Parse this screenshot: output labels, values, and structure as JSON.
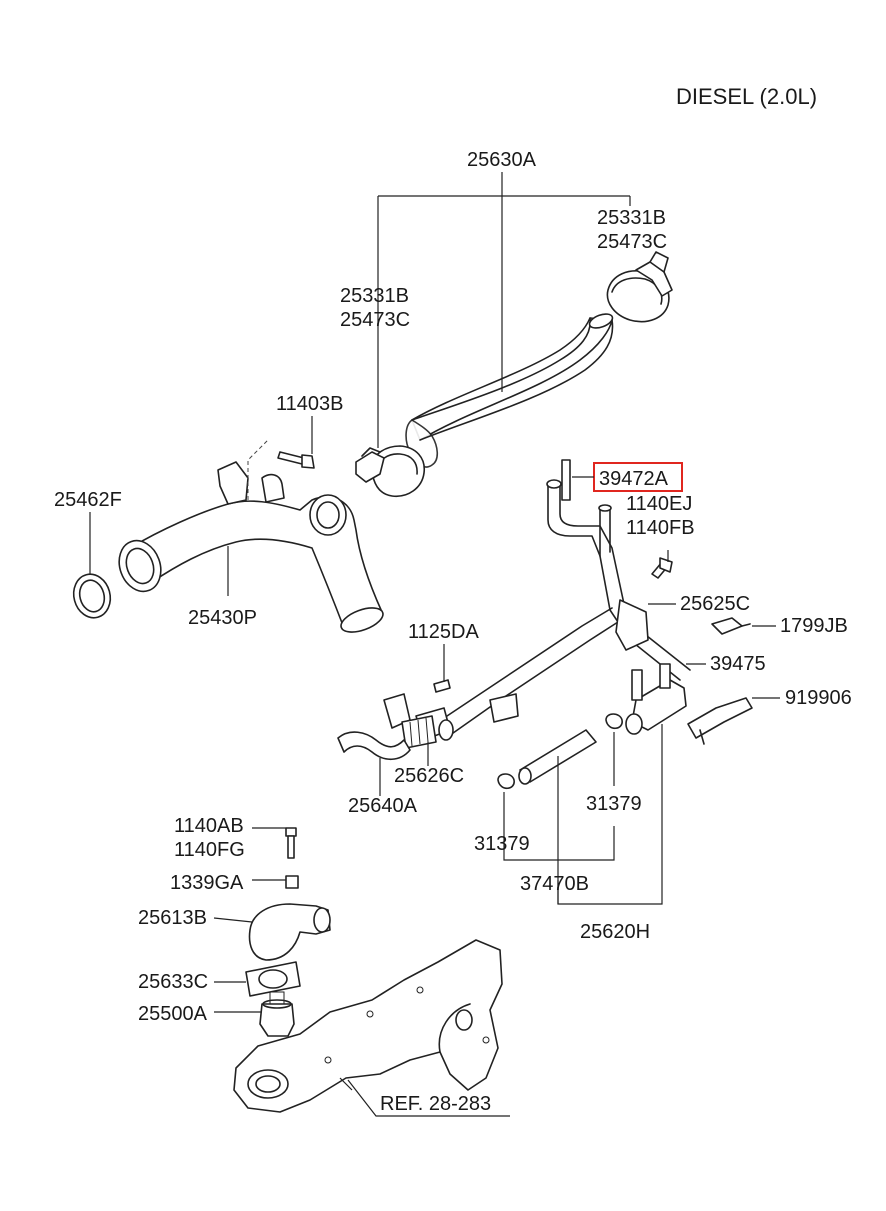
{
  "title": "DIESEL (2.0L)",
  "highlight_color": "#e0261f",
  "labels": {
    "p25630A": "25630A",
    "p25331B_top": "25331B",
    "p25473C_top": "25473C",
    "p25331B_mid": "25331B",
    "p25473C_mid": "25473C",
    "p11403B": "11403B",
    "p25462F": "25462F",
    "p25430P": "25430P",
    "p39472A": "39472A",
    "p1140EJ": "1140EJ",
    "p1140FB": "1140FB",
    "p25625C": "25625C",
    "p1799JB": "1799JB",
    "p1125DA": "1125DA",
    "p39475": "39475",
    "p919906": "919906",
    "p25626C": "25626C",
    "p25640A": "25640A",
    "p31379_right": "31379",
    "p31379_left": "31379",
    "p37470B": "37470B",
    "p25620H": "25620H",
    "p1140AB": "1140AB",
    "p1140FG": "1140FG",
    "p1339GA": "1339GA",
    "p25613B": "25613B",
    "p25633C": "25633C",
    "p25500A": "25500A",
    "ref": "REF. 28-283"
  }
}
